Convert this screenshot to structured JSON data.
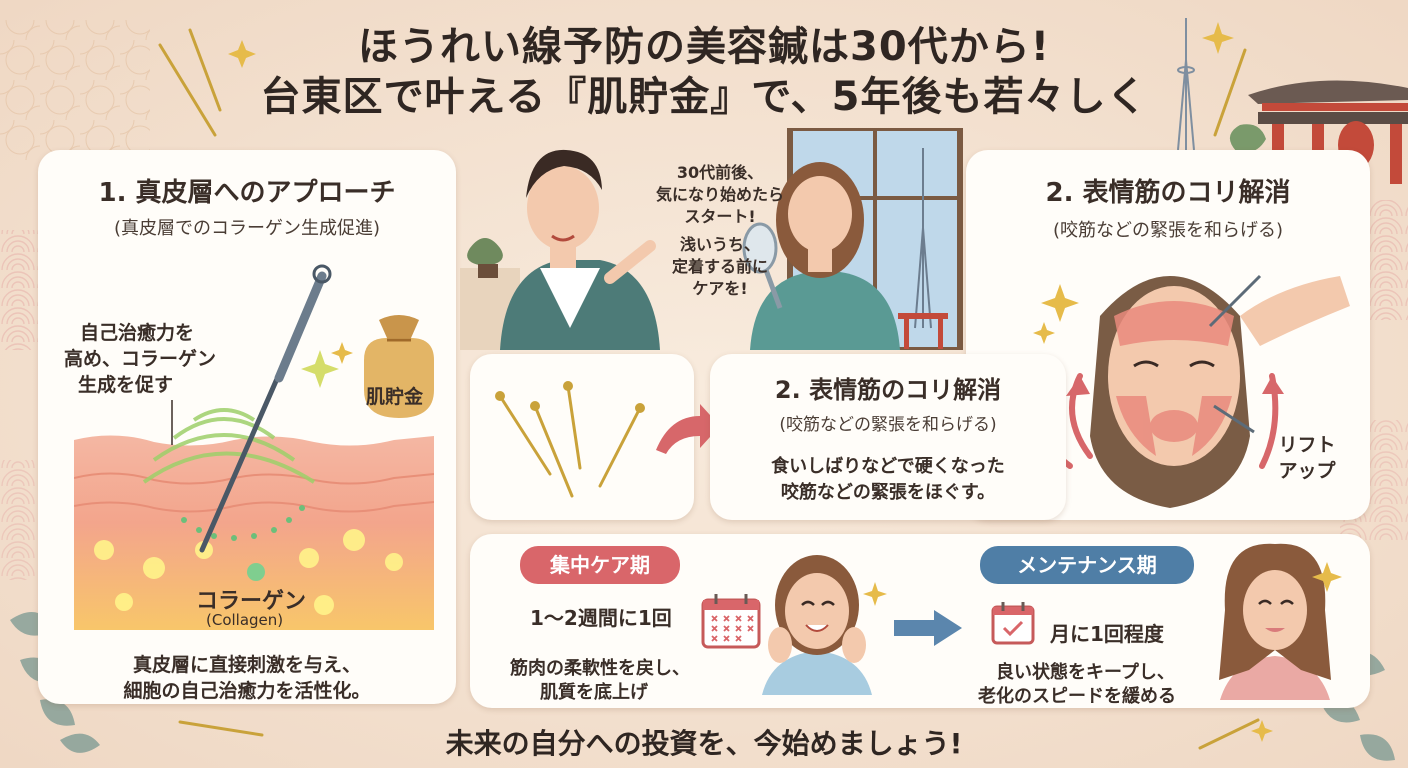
{
  "title": {
    "line1": "ほうれい線予防の美容鍼は30代から!",
    "line2": "台東区で叶える『肌貯金』で、5年後も若々しく"
  },
  "left_card": {
    "heading": "1. 真皮層へのアプローチ",
    "subheading": "(真皮層でのコラーゲン生成促進)",
    "callout_line1": "自己治癒力を",
    "callout_line2": "高め、コラーゲン",
    "callout_line3": "生成を促す",
    "bag_label": "肌貯金",
    "collagen_label": "コラーゲン",
    "collagen_en": "(Collagen)",
    "caption_line1": "真皮層に直接刺激を与え、",
    "caption_line2": "細胞の自己治癒力を活性化。"
  },
  "speech": {
    "line1": "30代前後、",
    "line2": "気になり始めたら",
    "line3": "スタート!",
    "line4": "浅いうち、",
    "line5": "定着する前に",
    "line6": "ケアを!"
  },
  "right_card": {
    "heading": "2. 表情筋のコリ解消",
    "subheading": "(咬筋などの緊張を和らげる)",
    "lift_line1": "リフト",
    "lift_line2": "アップ"
  },
  "middle_card": {
    "heading": "2. 表情筋のコリ解消",
    "subheading": "(咬筋などの緊張を和らげる)",
    "body_line1": "食いしばりなどで硬くなった",
    "body_line2": "咬筋などの緊張をほぐす。"
  },
  "bottom_card": {
    "phase1_label": "集中ケア期",
    "phase1_freq": "1〜2週間に1回",
    "phase1_desc1": "筋肉の柔軟性を戻し、",
    "phase1_desc2": "肌質を底上げ",
    "phase2_label": "メンテナンス期",
    "phase2_freq": "月に1回程度",
    "phase2_desc1": "良い状態をキープし、",
    "phase2_desc2": "老化のスピードを緩める"
  },
  "footer": "未来の自分への投資を、今始めましょう!",
  "colors": {
    "phase1": "#d9666a",
    "phase2": "#4f7ea6",
    "needle_gold": "#c9a23a",
    "arrow_red": "#d7676a",
    "arrow_blue": "#5b86ad"
  }
}
